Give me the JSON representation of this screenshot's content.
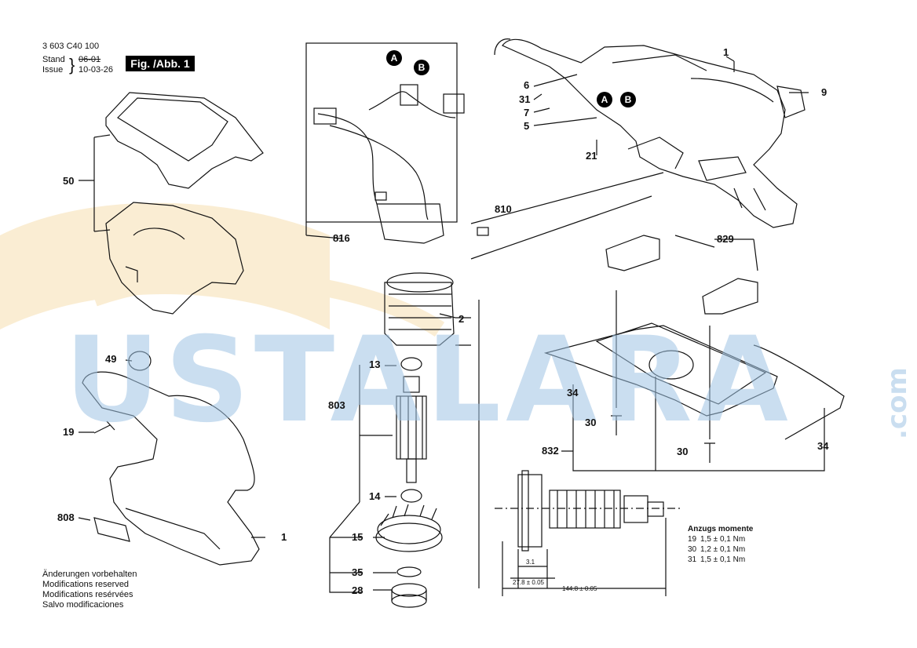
{
  "header": {
    "doc_number": "3 603 C40 100",
    "stand_label": "Stand",
    "stand_value": "06-01",
    "issue_label": "Issue",
    "issue_value": "10-03-26",
    "fig_label": "Fig. /Abb. 1"
  },
  "notes": [
    "Änderungen vorbehalten",
    "Modifications reserved",
    "Modifications resérvées",
    "Salvo modificaciones"
  ],
  "connectors": {
    "a": "A",
    "b": "B"
  },
  "parts": {
    "p1_top": "1",
    "p9": "9",
    "p6": "6",
    "p31": "31",
    "p7": "7",
    "p5": "5",
    "p21": "21",
    "p50": "50",
    "p816": "816",
    "p810": "810",
    "p2": "2",
    "p829": "829",
    "p49": "49",
    "p19": "19",
    "p808": "808",
    "p1_body": "1",
    "p13": "13",
    "p803": "803",
    "p14": "14",
    "p15": "15",
    "p35": "35",
    "p28": "28",
    "p34_left": "34",
    "p30_top": "30",
    "p832": "832",
    "p30_bottom": "30",
    "p34_right": "34"
  },
  "dimensions": {
    "d1": "3.1",
    "d2": "27.8 ± 0.05",
    "d3": "144.8 ± 0.05"
  },
  "torque": {
    "title": "Anzugs momente",
    "rows": [
      {
        "part": "19",
        "value": "1,5 ± 0,1 Nm"
      },
      {
        "part": "30",
        "value": "1,2 ± 0,1 Nm"
      },
      {
        "part": "31",
        "value": "1,5 ± 0,1 Nm"
      }
    ]
  },
  "watermark": {
    "text": "USTALARA",
    "suffix": ".com"
  },
  "colors": {
    "watermark_blue": "#9fc4e4",
    "watermark_orange": "#f6dfb0",
    "ink": "#111111"
  }
}
